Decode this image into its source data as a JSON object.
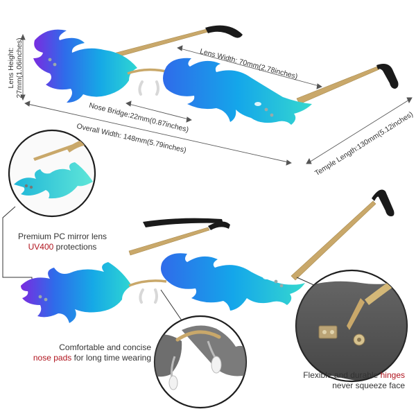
{
  "product": {
    "lens_gradient": [
      "#7a2be0",
      "#2f6bea",
      "#16a9e6",
      "#2fd6d2"
    ],
    "frame_color": "#c9a86a",
    "temple_tip_color": "#1a1a1a"
  },
  "dimensions": {
    "lens_height": "Lens Height:",
    "lens_height_value": "27mm(1.06inches)",
    "lens_width": "Lens Width: 70mm(2.78inches)",
    "nose_bridge": "Nose Bridge:22mm(0.87inches)",
    "overall_width": "Overall Width: 148mm(5.79inches)",
    "temple_length": "Temple Length:130mm(5.12inches)"
  },
  "features": {
    "lens": {
      "line1": "Premium PC mirror lens",
      "highlight": "UV400",
      "rest": " protections"
    },
    "nose_pads": {
      "line1": "Comfortable and concise",
      "highlight": "nose pads",
      "rest": " for long time wearing"
    },
    "hinges": {
      "prefix": "Flexible and durable ",
      "highlight": "hinges",
      "line2": "never squeeze face"
    }
  },
  "colors": {
    "highlight": "#b0141e",
    "text": "#333333",
    "dim_line": "#555555"
  }
}
